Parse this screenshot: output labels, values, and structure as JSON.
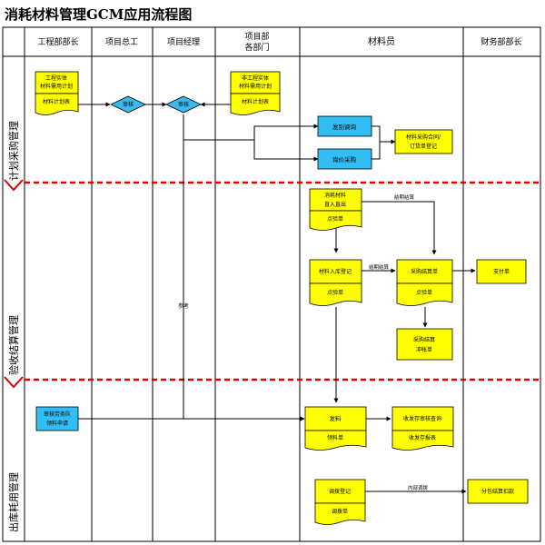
{
  "title": "消耗材料管理GCM应用流程图",
  "lanes": {
    "engineering": "工程部部长",
    "chief": "项目总工",
    "manager": "项目经理",
    "dept_line1": "项目部",
    "dept_line2": "各部门",
    "material": "材料员",
    "finance": "财务部部长"
  },
  "phases": {
    "plan": "计划采购管理",
    "accept": "验收结算管理",
    "outbound": "出库耗用管理"
  },
  "nodes": {
    "eng_plan_l1": "工程实体",
    "eng_plan_l2": "材料需用计划",
    "eng_plan_doc": "材料计划表",
    "review1": "审核",
    "review2": "审核",
    "dept_plan_l1": "非工程实体",
    "dept_plan_l2": "材料需用计划",
    "dept_plan_doc": "材料计划表",
    "tender": "发别调询",
    "inquiry": "询价采购",
    "contract_l1": "材料采购合同/",
    "contract_l2": "订货单登记",
    "direct_l1": "消耗材料",
    "direct_l2": "直入直出",
    "direct_doc": "点验单",
    "cycle_settle": "结期结算",
    "inbound_reg": "材料入库登记",
    "inbound_doc": "点验单",
    "cycle_settle2": "结期结算",
    "purchase_settle": "采购结算单",
    "purchase_doc": "点验单",
    "payment": "支付单",
    "offset_l1": "采购结算",
    "offset_l2": "冲帐单",
    "ref": "参考",
    "labor_l1": "审核劳务队",
    "labor_l2": "领料申请",
    "issue": "发料",
    "issue_doc": "领料单",
    "stock_query": "收发存审核查询",
    "stock_report": "收发存报表",
    "transfer_reg": "调拨登记",
    "transfer_doc": "调拨单",
    "internal_transfer": "内部调拨",
    "sub_settle": "分包结算扣款"
  },
  "colors": {
    "doc_fill": "#ffff00",
    "process_fill": "#33bdf5",
    "decision_fill": "#39b9ee",
    "phase_divider": "#e00000",
    "line": "#000000"
  }
}
